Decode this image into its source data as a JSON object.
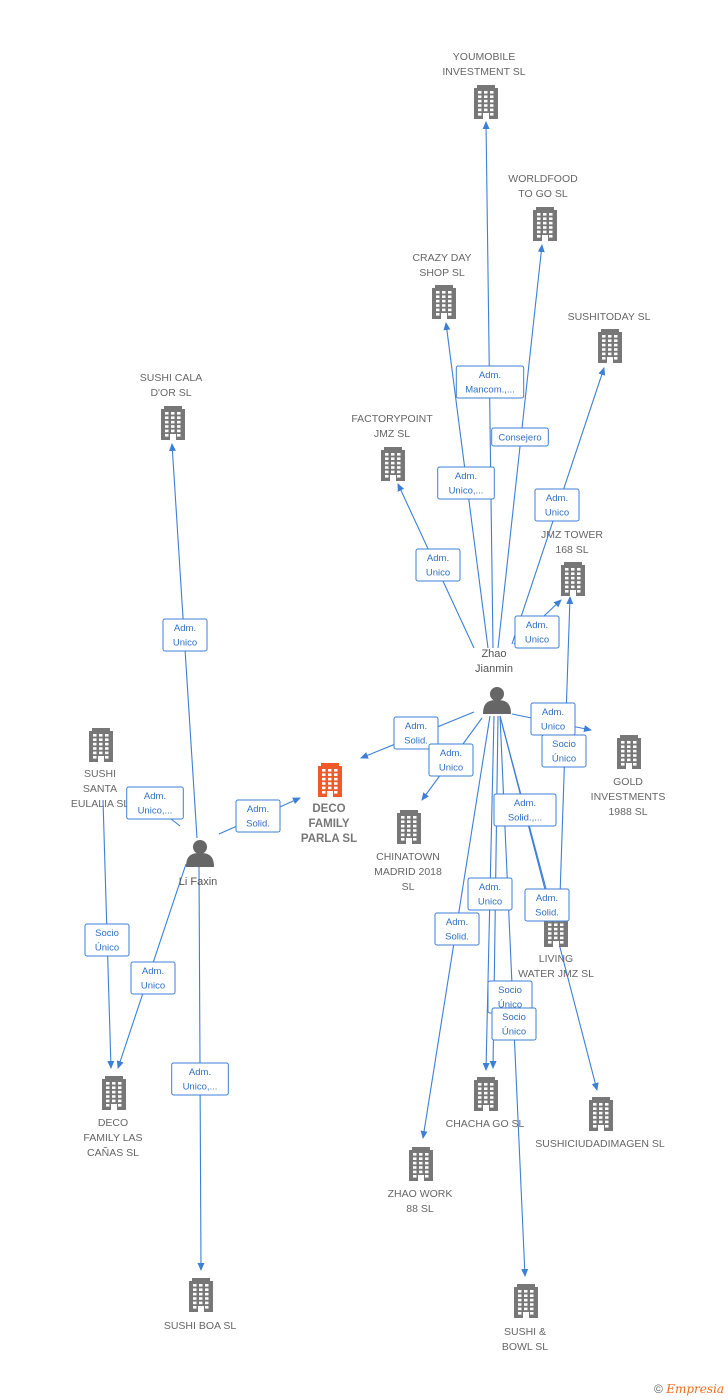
{
  "colors": {
    "edge": "#3d7fd6",
    "building": "#777777",
    "focus": "#f05a28",
    "person": "#666666"
  },
  "nodes": [
    {
      "id": "youmobile",
      "type": "company",
      "label": [
        "YOUMOBILE",
        "INVESTMENT SL"
      ]
    },
    {
      "id": "worldfood",
      "type": "company",
      "label": [
        "WORLDFOOD",
        "TO GO  SL"
      ]
    },
    {
      "id": "crazyday",
      "type": "company",
      "label": [
        "CRAZY DAY",
        "SHOP  SL"
      ]
    },
    {
      "id": "sushitoday",
      "type": "company",
      "label": [
        "SUSHITODAY SL"
      ]
    },
    {
      "id": "sushicala",
      "type": "company",
      "label": [
        "SUSHI CALA",
        "D'OR  SL"
      ]
    },
    {
      "id": "factorypoint",
      "type": "company",
      "label": [
        "FACTORYPOINT",
        "JMZ  SL"
      ]
    },
    {
      "id": "jmztower",
      "type": "company",
      "label": [
        "JMZ TOWER",
        "168  SL"
      ]
    },
    {
      "id": "zhao",
      "type": "person",
      "label": [
        "Zhao",
        "Jianmin"
      ]
    },
    {
      "id": "sushisanta",
      "type": "company",
      "label": [
        "SUSHI",
        "SANTA",
        "EULALIA  SL"
      ]
    },
    {
      "id": "decoparla",
      "type": "focus",
      "label": [
        "DECO",
        "FAMILY",
        "PARLA  SL"
      ]
    },
    {
      "id": "gold",
      "type": "company",
      "label": [
        "GOLD",
        "INVESTMENTS",
        "1988  SL"
      ]
    },
    {
      "id": "chinatown",
      "type": "company",
      "label": [
        "CHINATOWN",
        "MADRID 2018",
        "SL"
      ]
    },
    {
      "id": "lifaxin",
      "type": "person",
      "label": [
        "Li Faxin"
      ]
    },
    {
      "id": "living",
      "type": "company",
      "label": [
        "LIVING",
        "WATER JMZ  SL"
      ]
    },
    {
      "id": "decolas",
      "type": "company",
      "label": [
        "DECO",
        "FAMILY LAS",
        "CAÑAS  SL"
      ]
    },
    {
      "id": "chacha",
      "type": "company",
      "label": [
        "CHACHA GO  SL"
      ]
    },
    {
      "id": "sushiciudad",
      "type": "company",
      "label": [
        "SUSHICIUDADIMAGEN SL"
      ]
    },
    {
      "id": "zhaowork",
      "type": "company",
      "label": [
        "ZHAO WORK",
        "88 SL"
      ]
    },
    {
      "id": "sushiboa",
      "type": "company",
      "label": [
        "SUSHI BOA  SL"
      ]
    },
    {
      "id": "sushibowl",
      "type": "company",
      "label": [
        "SUSHI &",
        "BOWL  SL"
      ]
    }
  ],
  "edges": [
    {
      "from": "zhao",
      "to": "youmobile",
      "label": [
        "Adm.",
        "Mancom.,..."
      ]
    },
    {
      "from": "zhao",
      "to": "worldfood",
      "label": [
        "Consejero"
      ]
    },
    {
      "from": "zhao",
      "to": "crazyday",
      "label": [
        "Adm.",
        "Unico,..."
      ]
    },
    {
      "from": "zhao",
      "to": "sushitoday",
      "label": [
        "Adm.",
        "Unico"
      ]
    },
    {
      "from": "zhao",
      "to": "factorypoint",
      "label": [
        "Adm.",
        "Unico"
      ]
    },
    {
      "from": "zhao",
      "to": "jmztower",
      "label": [
        "Adm.",
        "Unico"
      ]
    },
    {
      "from": "zhao",
      "to": "decoparla",
      "label": [
        "Adm.",
        "Solid."
      ]
    },
    {
      "from": "zhao",
      "to": "chinatown",
      "label": [
        "Adm.",
        "Unico"
      ]
    },
    {
      "from": "zhao",
      "to": "gold",
      "label": [
        "Adm.",
        "Unico"
      ]
    },
    {
      "from": "living",
      "to": "jmztower",
      "label": [
        "Socio",
        "Único"
      ]
    },
    {
      "from": "zhao",
      "to": "living",
      "label": [
        "Adm.",
        "Solid.,..."
      ]
    },
    {
      "from": "zhao",
      "to": "sushiciudad",
      "label": [
        "Adm.",
        "Solid."
      ]
    },
    {
      "from": "zhao",
      "to": "chacha",
      "label": [
        "Adm.",
        "Unico"
      ]
    },
    {
      "from": "zhao",
      "to": "zhaowork",
      "label": [
        "Adm.",
        "Solid."
      ]
    },
    {
      "from": "zhao",
      "to": "chacha",
      "label": [
        "Socio",
        "Único"
      ]
    },
    {
      "from": "zhao",
      "to": "sushibowl",
      "label": [
        "Socio",
        "Único"
      ]
    },
    {
      "from": "lifaxin",
      "to": "sushicala",
      "label": [
        "Adm.",
        "Unico"
      ]
    },
    {
      "from": "lifaxin",
      "to": "sushisanta",
      "label": [
        "Adm.",
        "Unico,..."
      ]
    },
    {
      "from": "lifaxin",
      "to": "decoparla",
      "label": [
        "Adm.",
        "Solid."
      ]
    },
    {
      "from": "sushisanta",
      "to": "decolas",
      "label": [
        "Socio",
        "Único"
      ]
    },
    {
      "from": "lifaxin",
      "to": "decolas",
      "label": [
        "Adm.",
        "Unico"
      ]
    },
    {
      "from": "lifaxin",
      "to": "sushiboa",
      "label": [
        "Adm.",
        "Unico,..."
      ]
    }
  ],
  "footer": {
    "copyright": "©",
    "brand": "Empresia"
  }
}
